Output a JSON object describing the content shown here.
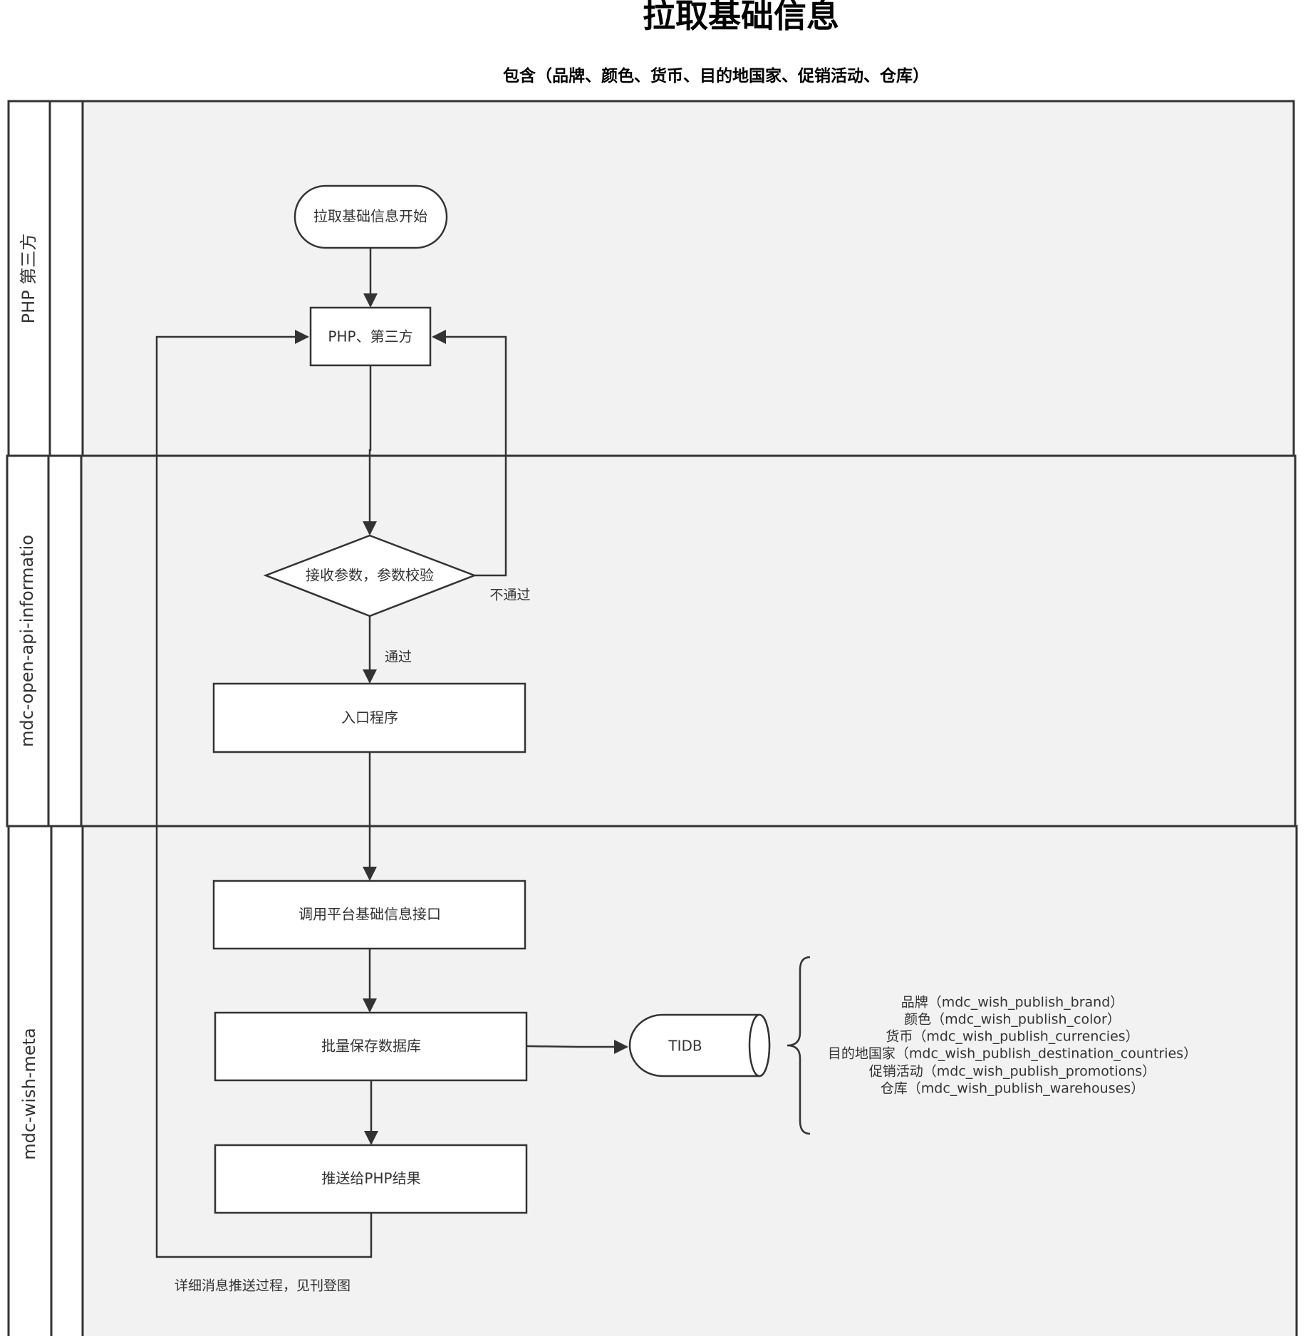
{
  "title": "拉取基础信息",
  "subtitle": "包含（品牌、颜色、货币、目的地国家、促销活动、仓库）",
  "lanes": [
    {
      "id": "lane-php",
      "label": "PHP  第三方"
    },
    {
      "id": "lane-openapi",
      "label": "mdc-open-api-informatio"
    },
    {
      "id": "lane-wishmeta",
      "label": "mdc-wish-meta"
    }
  ],
  "nodes": {
    "start": "拉取基础信息开始",
    "php": "PHP、第三方",
    "check": "接收参数，参数校验",
    "entry": "入口程序",
    "call_api": "调用平台基础信息接口",
    "save_db": "批量保存数据库",
    "push_result": "推送给PHP结果",
    "tidb": "TIDB"
  },
  "edge_labels": {
    "fail": "不通过",
    "pass": "通过"
  },
  "tables": [
    "品牌（mdc_wish_publish_brand）",
    "颜色（mdc_wish_publish_color）",
    "货币（mdc_wish_publish_currencies）",
    "目的地国家（mdc_wish_publish_destination_countries）",
    "促销活动（mdc_wish_publish_promotions）",
    "仓库（mdc_wish_publish_warehouses）"
  ],
  "note": "详细消息推送过程，见刊登图",
  "colors": {
    "lane_fill": "#f2f2f2",
    "stroke": "#333333",
    "node_fill": "#ffffff"
  }
}
